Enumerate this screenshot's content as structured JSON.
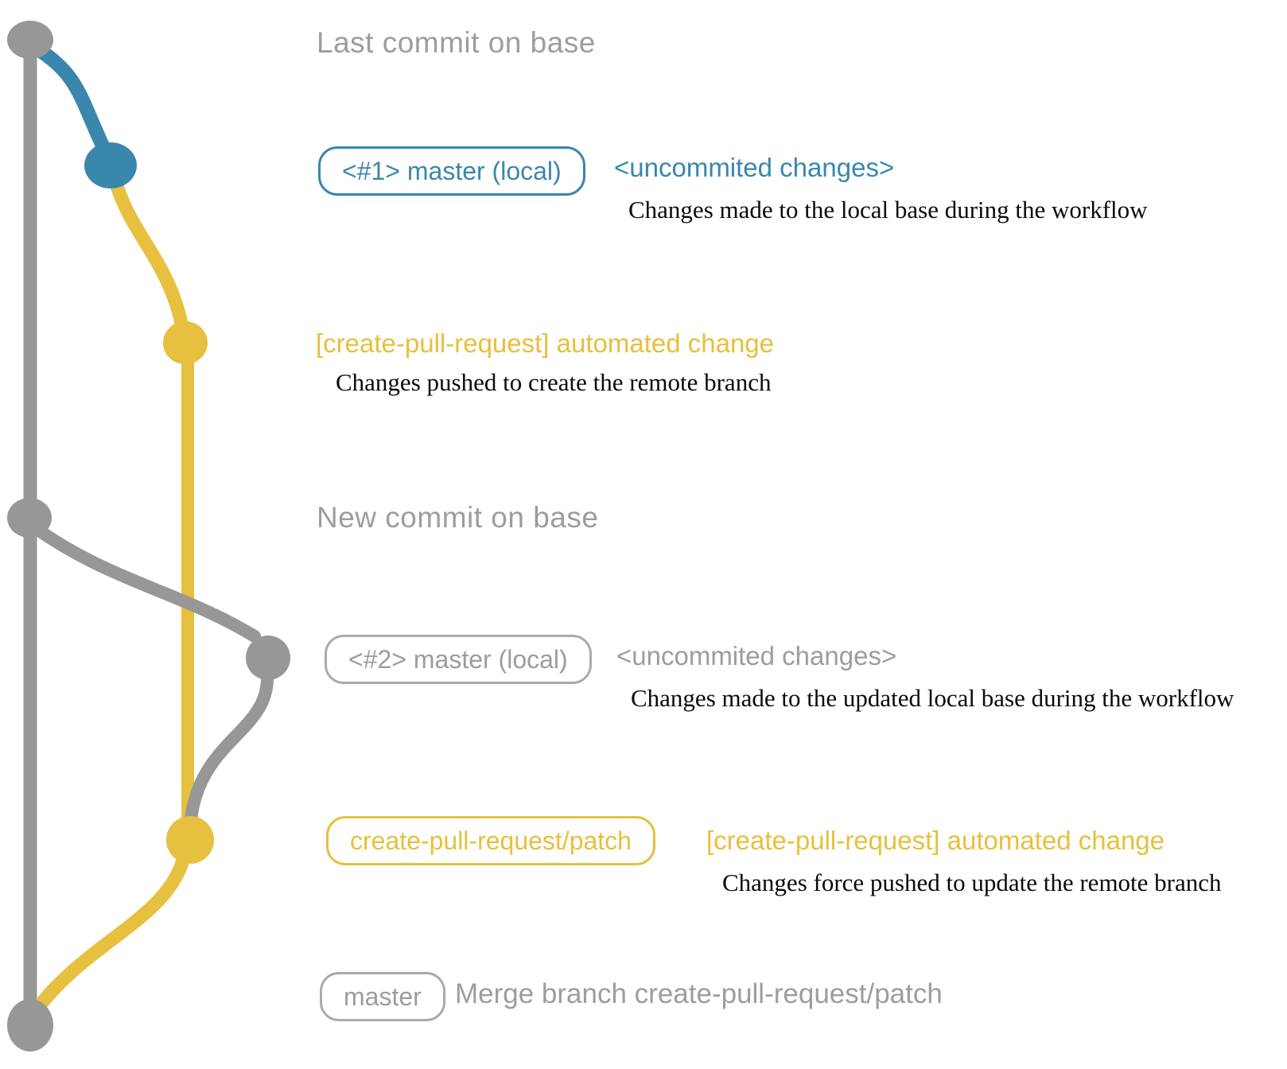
{
  "colors": {
    "blue": "#3a87ac",
    "yellow": "#e6c03e",
    "gray": "#979797",
    "textgray": "#9d9d9d",
    "ink": "#0b0b0b"
  },
  "graph": {
    "last_commit_label": "Last commit on base",
    "new_commit_label": "New commit on base",
    "base_branch": "master",
    "remote_branch": "create-pull-request/patch"
  },
  "rows": {
    "r1": {
      "badge": "<#1> master (local)",
      "title": "<uncommited changes>",
      "caption": "Changes made to the local base during the workflow"
    },
    "r2": {
      "title": "[create-pull-request] automated change",
      "caption": "Changes pushed to create the remote branch"
    },
    "r3": {
      "badge": "<#2> master (local)",
      "title": "<uncommited changes>",
      "caption": "Changes made to the updated local base during the workflow"
    },
    "r4": {
      "badge": "create-pull-request/patch",
      "title": "[create-pull-request] automated change",
      "caption": "Changes force pushed to update the remote branch"
    },
    "r5": {
      "badge": "master",
      "title": "Merge branch create-pull-request/patch"
    }
  }
}
